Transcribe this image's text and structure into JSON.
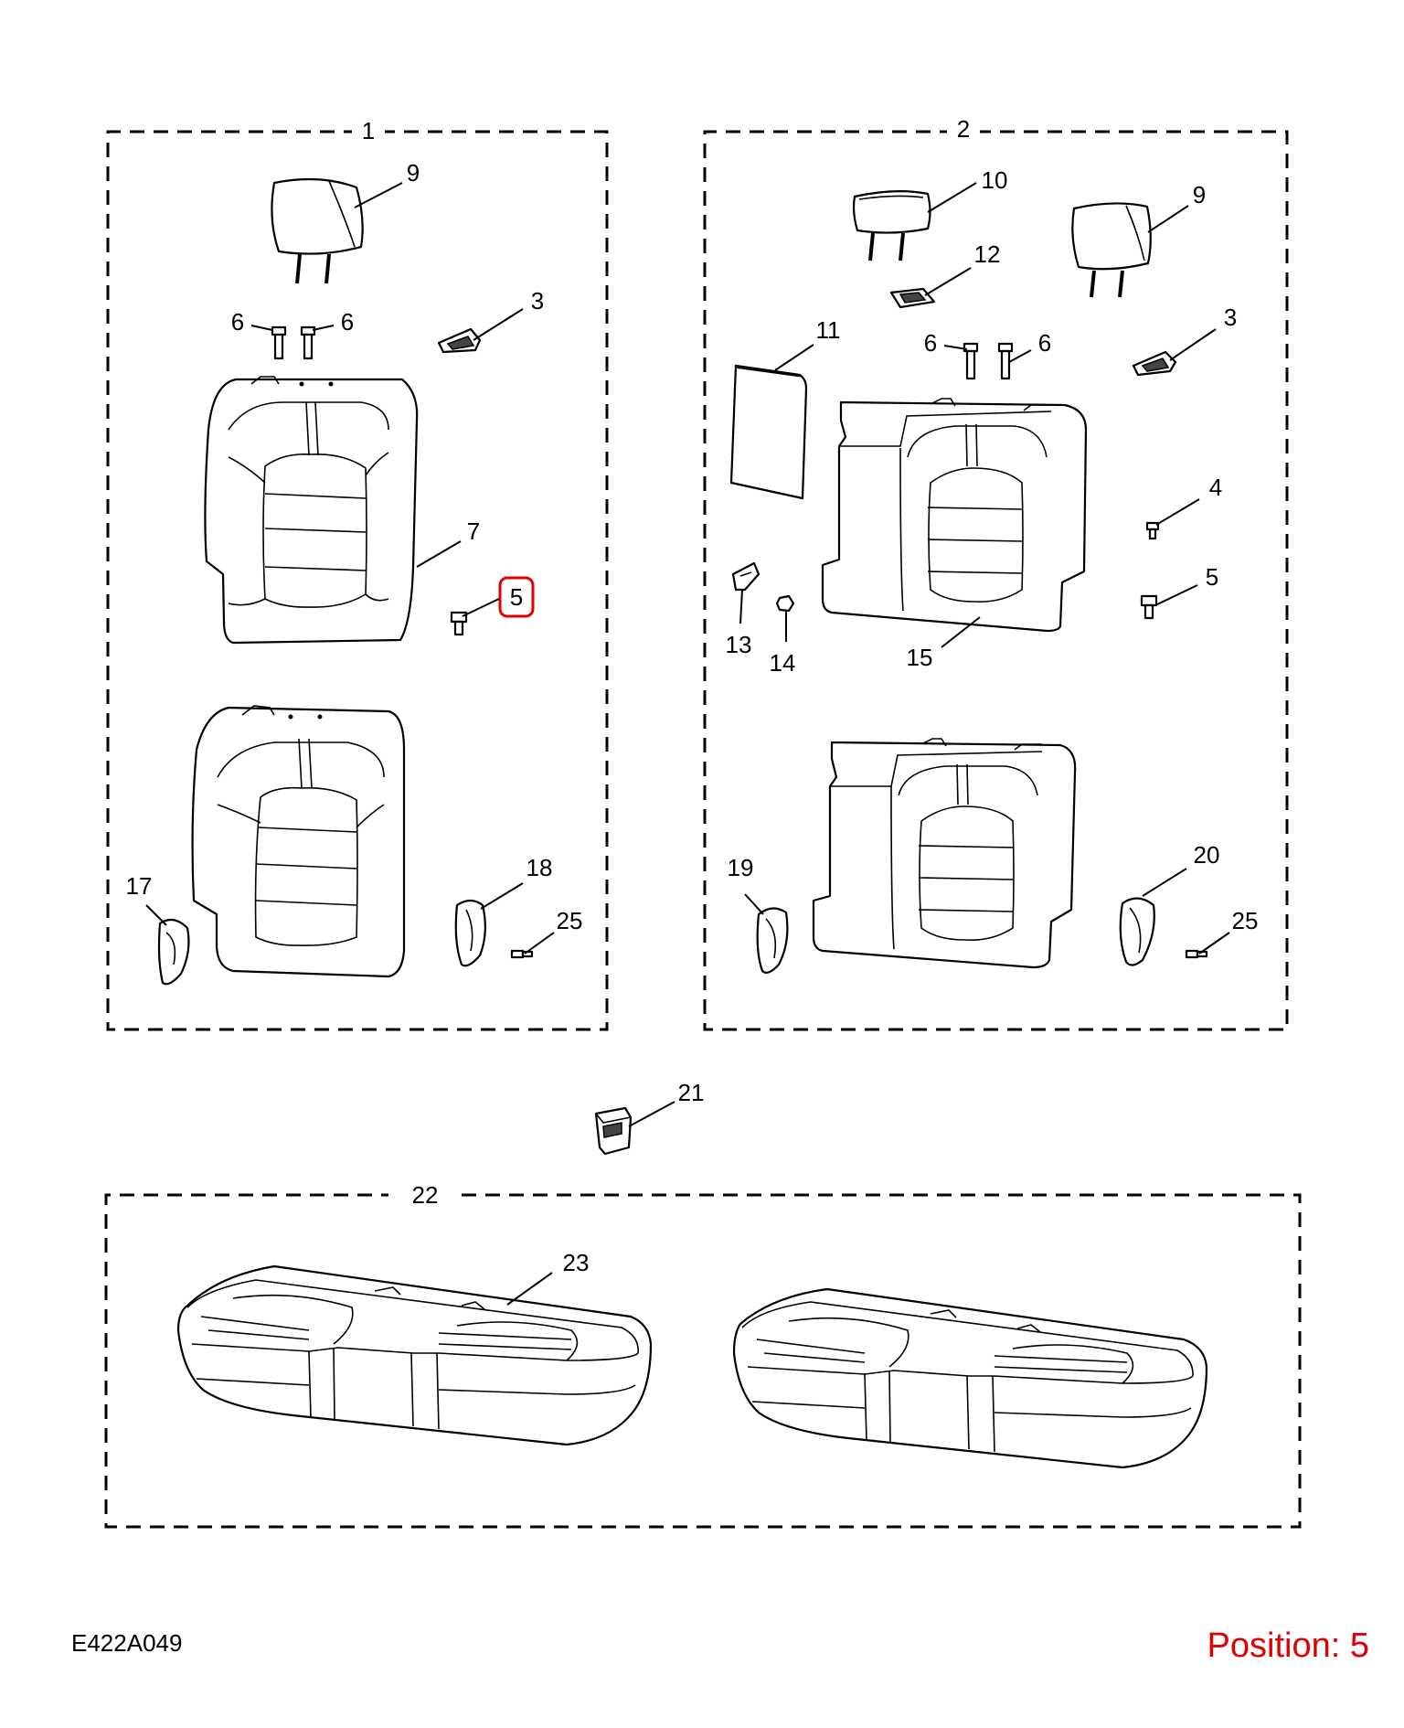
{
  "diagram": {
    "reference_code": "E422A049",
    "position_label": "Position: 5",
    "highlight_color": "#e00000",
    "highlighted_callout": "5",
    "groups": [
      {
        "id": "g1",
        "label": "1"
      },
      {
        "id": "g2",
        "label": "2"
      },
      {
        "id": "g22",
        "label": "22"
      }
    ],
    "callouts": {
      "c9a": "9",
      "c6a": "6",
      "c6b": "6",
      "c3a": "3",
      "c7": "7",
      "c5a": "5",
      "c17": "17",
      "c18": "18",
      "c25a": "25",
      "c10": "10",
      "c9b": "9",
      "c12": "12",
      "c11": "11",
      "c6c": "6",
      "c6d": "6",
      "c3b": "3",
      "c4": "4",
      "c5b": "5",
      "c13": "13",
      "c14": "14",
      "c15": "15",
      "c19": "19",
      "c20": "20",
      "c25b": "25",
      "c21": "21",
      "c23": "23"
    }
  }
}
